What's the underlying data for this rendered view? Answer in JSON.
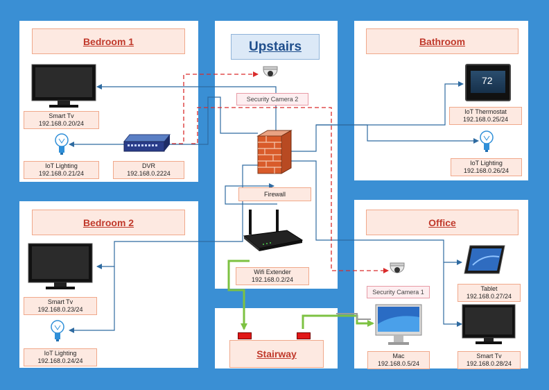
{
  "rooms": {
    "bedroom1": {
      "title": "Bedroom 1"
    },
    "upstairs": {
      "title": "Upstairs"
    },
    "bathroom": {
      "title": "Bathroom"
    },
    "bedroom2": {
      "title": "Bedroom 2"
    },
    "office": {
      "title": "Office"
    },
    "stairway": {
      "title": "Stairway"
    }
  },
  "devices": {
    "smart_tv_1": {
      "name": "Smart Tv",
      "ip": "192.168.0.20/24"
    },
    "iot_lighting_1": {
      "name": "IoT Lighting",
      "ip": "192.168.0.21/24"
    },
    "dvr": {
      "name": "DVR",
      "ip": "192.168.0.2224"
    },
    "security_camera_2": {
      "name": "Security Camera 2"
    },
    "firewall": {
      "name": "Firewall"
    },
    "wifi_extender": {
      "name": "Wifi Extender",
      "ip": "192.168.0.2/24"
    },
    "iot_thermostat": {
      "name": "IoT Thermostat",
      "ip": "192.168.0.25/24"
    },
    "iot_lighting_bath": {
      "name": "IoT Lighting",
      "ip": "192.168.0.26/24"
    },
    "smart_tv_2": {
      "name": "Smart Tv",
      "ip": "192.168.0.23/24"
    },
    "iot_lighting_2": {
      "name": "IoT Lighting",
      "ip": "192.168.0.24/24"
    },
    "security_camera_1": {
      "name": "Security Camera 1"
    },
    "tablet": {
      "name": "Tablet",
      "ip": "192.168.0.27/24"
    },
    "mac": {
      "name": "Mac",
      "ip": "192.168.0.5/24"
    },
    "smart_tv_office": {
      "name": "Smart Tv",
      "ip": "192.168.0.28/24"
    }
  },
  "thermostat_display": "72",
  "colors": {
    "background": "#3a8fd4",
    "wired_link": "#2e6aa0",
    "camera_link": "#d92b2b",
    "wireless_link": "#7dc242",
    "label_fill": "#fde9e1"
  }
}
